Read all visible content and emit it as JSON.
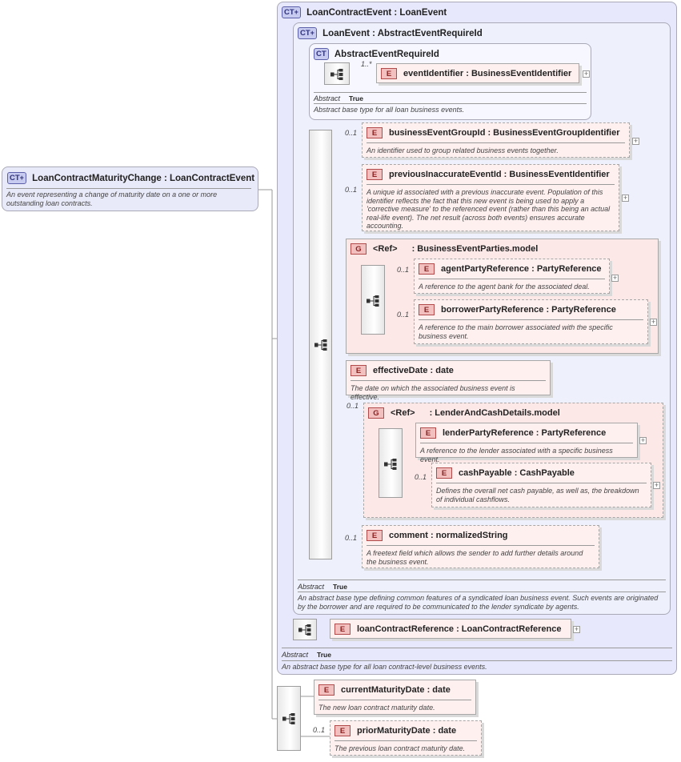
{
  "icons": {
    "ct": "complex-type-icon",
    "element": "element-icon",
    "group": "group-icon",
    "sequence": "sequence-icon",
    "expand": "plus-icon"
  },
  "badges": {
    "ct": "CT",
    "e": "E",
    "g": "G",
    "plus": "+"
  },
  "root": {
    "title": "LoanContractMaturityChange : LoanContractEvent",
    "doc": "An event representing a change of maturity date on a one or more outstanding loan contracts."
  },
  "loanContractEvent": {
    "title": "LoanContractEvent : LoanEvent",
    "abstract_label": "Abstract",
    "abstract_value": "True",
    "doc": "An abstract base type for all loan contract-level business events.",
    "loanContractReference": {
      "title": "loanContractReference : LoanContractReference"
    }
  },
  "loanEvent": {
    "title": "LoanEvent : AbstractEventRequireId",
    "abstract_label": "Abstract",
    "abstract_value": "True",
    "doc": "An abstract base type defining common features of a syndicated loan business event. Such events are originated by the borrower and are required to be communicated to the lender syndicate by agents."
  },
  "abstractEventRequireId": {
    "title": "AbstractEventRequireId",
    "abstract_label": "Abstract",
    "abstract_value": "True",
    "doc": "Abstract base type for all loan business events.",
    "eventIdentifier": {
      "mult": "1..*",
      "title": "eventIdentifier : BusinessEventIdentifier"
    }
  },
  "elements": {
    "businessEventGroupId": {
      "mult": "0..1",
      "title": "businessEventGroupId : BusinessEventGroupIdentifier",
      "doc": "An identifier used to group related business events together."
    },
    "previousInaccurateEventId": {
      "mult": "0..1",
      "title": "previousInaccurateEventId : BusinessEventIdentifier",
      "doc": "A unique id associated with a previous inaccurate event. Population of this identifier reflects the fact that this new event is being used to apply a 'corrective measure' to the referenced event (rather than this being an actual real-life event). The net result (across both events) ensures accurate accounting."
    },
    "effectiveDate": {
      "title": "effectiveDate : date",
      "doc": "The date on which the associated business event is effective."
    },
    "comment": {
      "mult": "0..1",
      "title": "comment : normalizedString",
      "doc": "A freetext field which allows the sender to add further details around the business event."
    },
    "currentMaturityDate": {
      "title": "currentMaturityDate : date",
      "doc": "The new loan contract maturity date."
    },
    "priorMaturityDate": {
      "mult": "0..1",
      "title": "priorMaturityDate : date",
      "doc": "The previous loan contract maturity date."
    }
  },
  "partiesGroup": {
    "ref": "<Ref>",
    "model": ": BusinessEventParties.model",
    "agentPartyReference": {
      "mult": "0..1",
      "title": "agentPartyReference : PartyReference",
      "doc": "A reference to the agent bank for the associated deal."
    },
    "borrowerPartyReference": {
      "mult": "0..1",
      "title": "borrowerPartyReference : PartyReference",
      "doc": "A reference to the main borrower associated with the specific business event."
    }
  },
  "lenderGroup": {
    "mult": "0..1",
    "ref": "<Ref>",
    "model": ": LenderAndCashDetails.model",
    "lenderPartyReference": {
      "title": "lenderPartyReference : PartyReference",
      "doc": "A reference to the lender associated with a specific business event."
    },
    "cashPayable": {
      "mult": "0..1",
      "title": "cashPayable : CashPayable",
      "doc": "Defines the overall net cash payable, as well as, the breakdown of individual cashflows."
    }
  }
}
